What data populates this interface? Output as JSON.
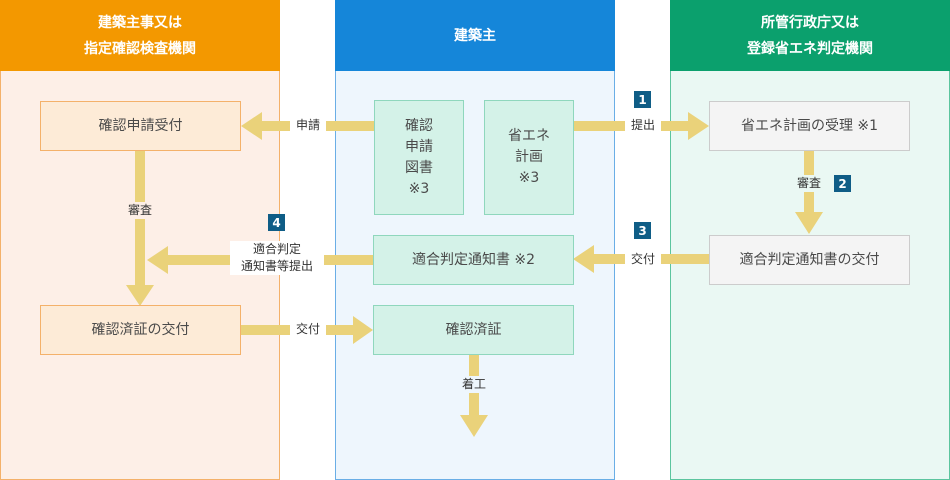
{
  "columns": {
    "left": {
      "line1": "建築主事又は",
      "line2": "指定確認検査機関"
    },
    "middle": {
      "line1": "建築主"
    },
    "right": {
      "line1": "所管行政庁又は",
      "line2": "登録省エネ判定機関"
    }
  },
  "boxes": {
    "kakunin_uketsuke": "確認申請受付",
    "kakunin_sumi_kofu": "確認済証の交付",
    "kakunin_tosho": [
      "確認",
      "申請",
      "図書",
      "※3"
    ],
    "shoene_keikaku": [
      "省エネ",
      "計画",
      "※3"
    ],
    "tekigo_tsuchisho": "適合判定通知書 ※2",
    "kakunin_sumisho": "確認済証",
    "shoene_juri": "省エネ計画の受理 ※1",
    "tekigo_kofu": "適合判定通知書の交付"
  },
  "labels": {
    "shinsei": "申請",
    "shinsa_left": "審査",
    "tekigo_teishutsu": [
      "適合判定",
      "通知書等提出"
    ],
    "kofu_left": "交付",
    "chakko": "着工",
    "teishutsu": "提出",
    "shinsa_right": "審査",
    "kofu_right": "交付"
  },
  "steps": [
    "1",
    "2",
    "3",
    "4"
  ],
  "colors": {
    "left_header": "#f39800",
    "middle_header": "#1586d9",
    "right_header": "#0ba06d",
    "arrow": "#ead27a",
    "step_badge": "#0f5d86"
  }
}
